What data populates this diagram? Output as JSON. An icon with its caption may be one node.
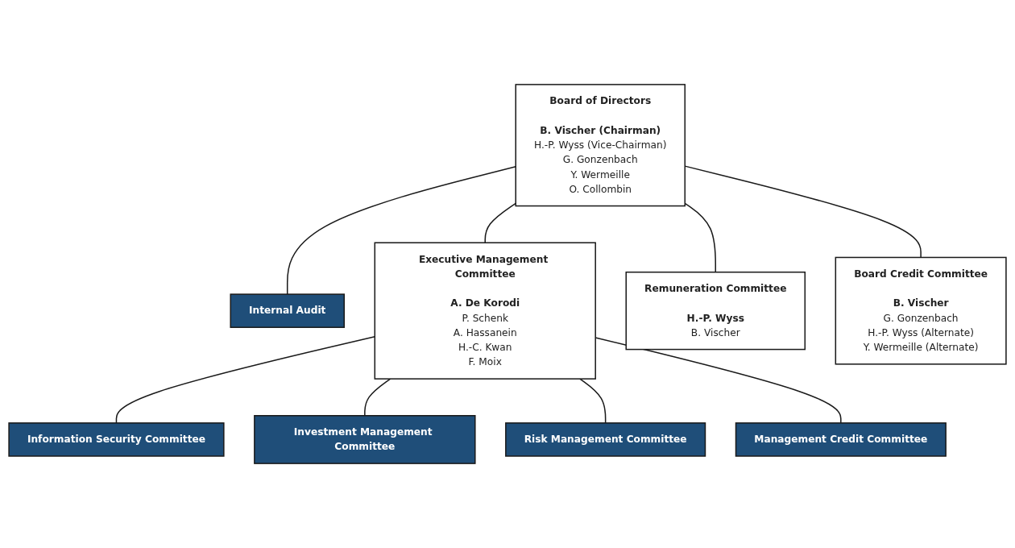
{
  "diagram": {
    "nodes": [
      {
        "text": [
          "Board of Directors",
          "B. Vischer (Chairman)",
          "H.-P. Wyss (Vice-Chairman)",
          "G. Gonzenbach",
          "Y. Wermeille",
          "O. Collombin"
        ]
      },
      {
        "text": [
          "Internal Audit"
        ]
      },
      {
        "text": [
          "Executive Management Committee",
          "A. De Korodi",
          "P. Schenk",
          "A. Hassanein",
          "H.-C. Kwan",
          "F. Moix"
        ]
      },
      {
        "text": [
          "Remuneration Committee",
          "H.-P. Wyss",
          "B. Vischer"
        ]
      },
      {
        "text": [
          "Board Credit Committee",
          "B. Vischer",
          "G. Gonzenbach",
          "H.-P. Wyss (Alternate)",
          "Y. Wermeille (Alternate)"
        ]
      },
      {
        "text": [
          "Information Security Committee"
        ]
      },
      {
        "text": [
          "Investment Management Committee"
        ]
      },
      {
        "text": [
          "Risk Management Committee"
        ]
      },
      {
        "text": [
          "Management Credit Committee"
        ]
      }
    ],
    "edges": [
      {
        "from": 0,
        "to": 1,
        "arrow": "none"
      },
      {
        "from": 0,
        "to": 2,
        "arrow": "none"
      },
      {
        "from": 0,
        "to": 3,
        "arrow": "none"
      },
      {
        "from": 0,
        "to": 4,
        "arrow": "none"
      },
      {
        "from": 2,
        "to": 5,
        "arrow": "none"
      },
      {
        "from": 2,
        "to": 6,
        "arrow": "none"
      },
      {
        "from": 2,
        "to": 7,
        "arrow": "none"
      },
      {
        "from": 2,
        "to": 8,
        "arrow": "none"
      }
    ]
  }
}
